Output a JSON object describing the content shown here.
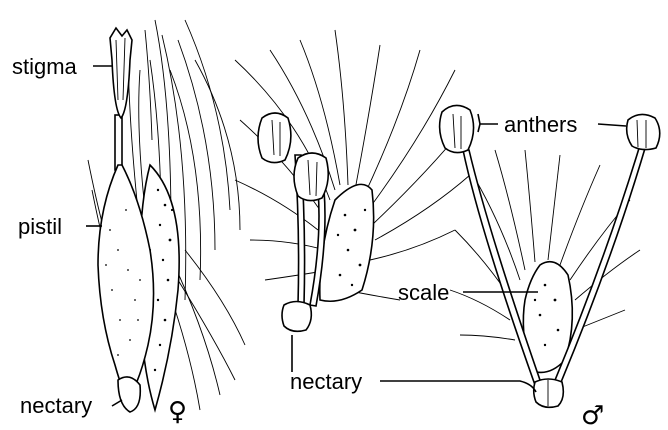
{
  "labels": {
    "stigma": "stigma",
    "pistil": "pistil",
    "nectary_left": "nectary",
    "anthers": "anthers",
    "scale": "scale",
    "nectary_center": "nectary"
  },
  "symbols": {
    "female": "♀",
    "male": "♂"
  },
  "colors": {
    "ink": "#000000",
    "paper": "#ffffff"
  }
}
